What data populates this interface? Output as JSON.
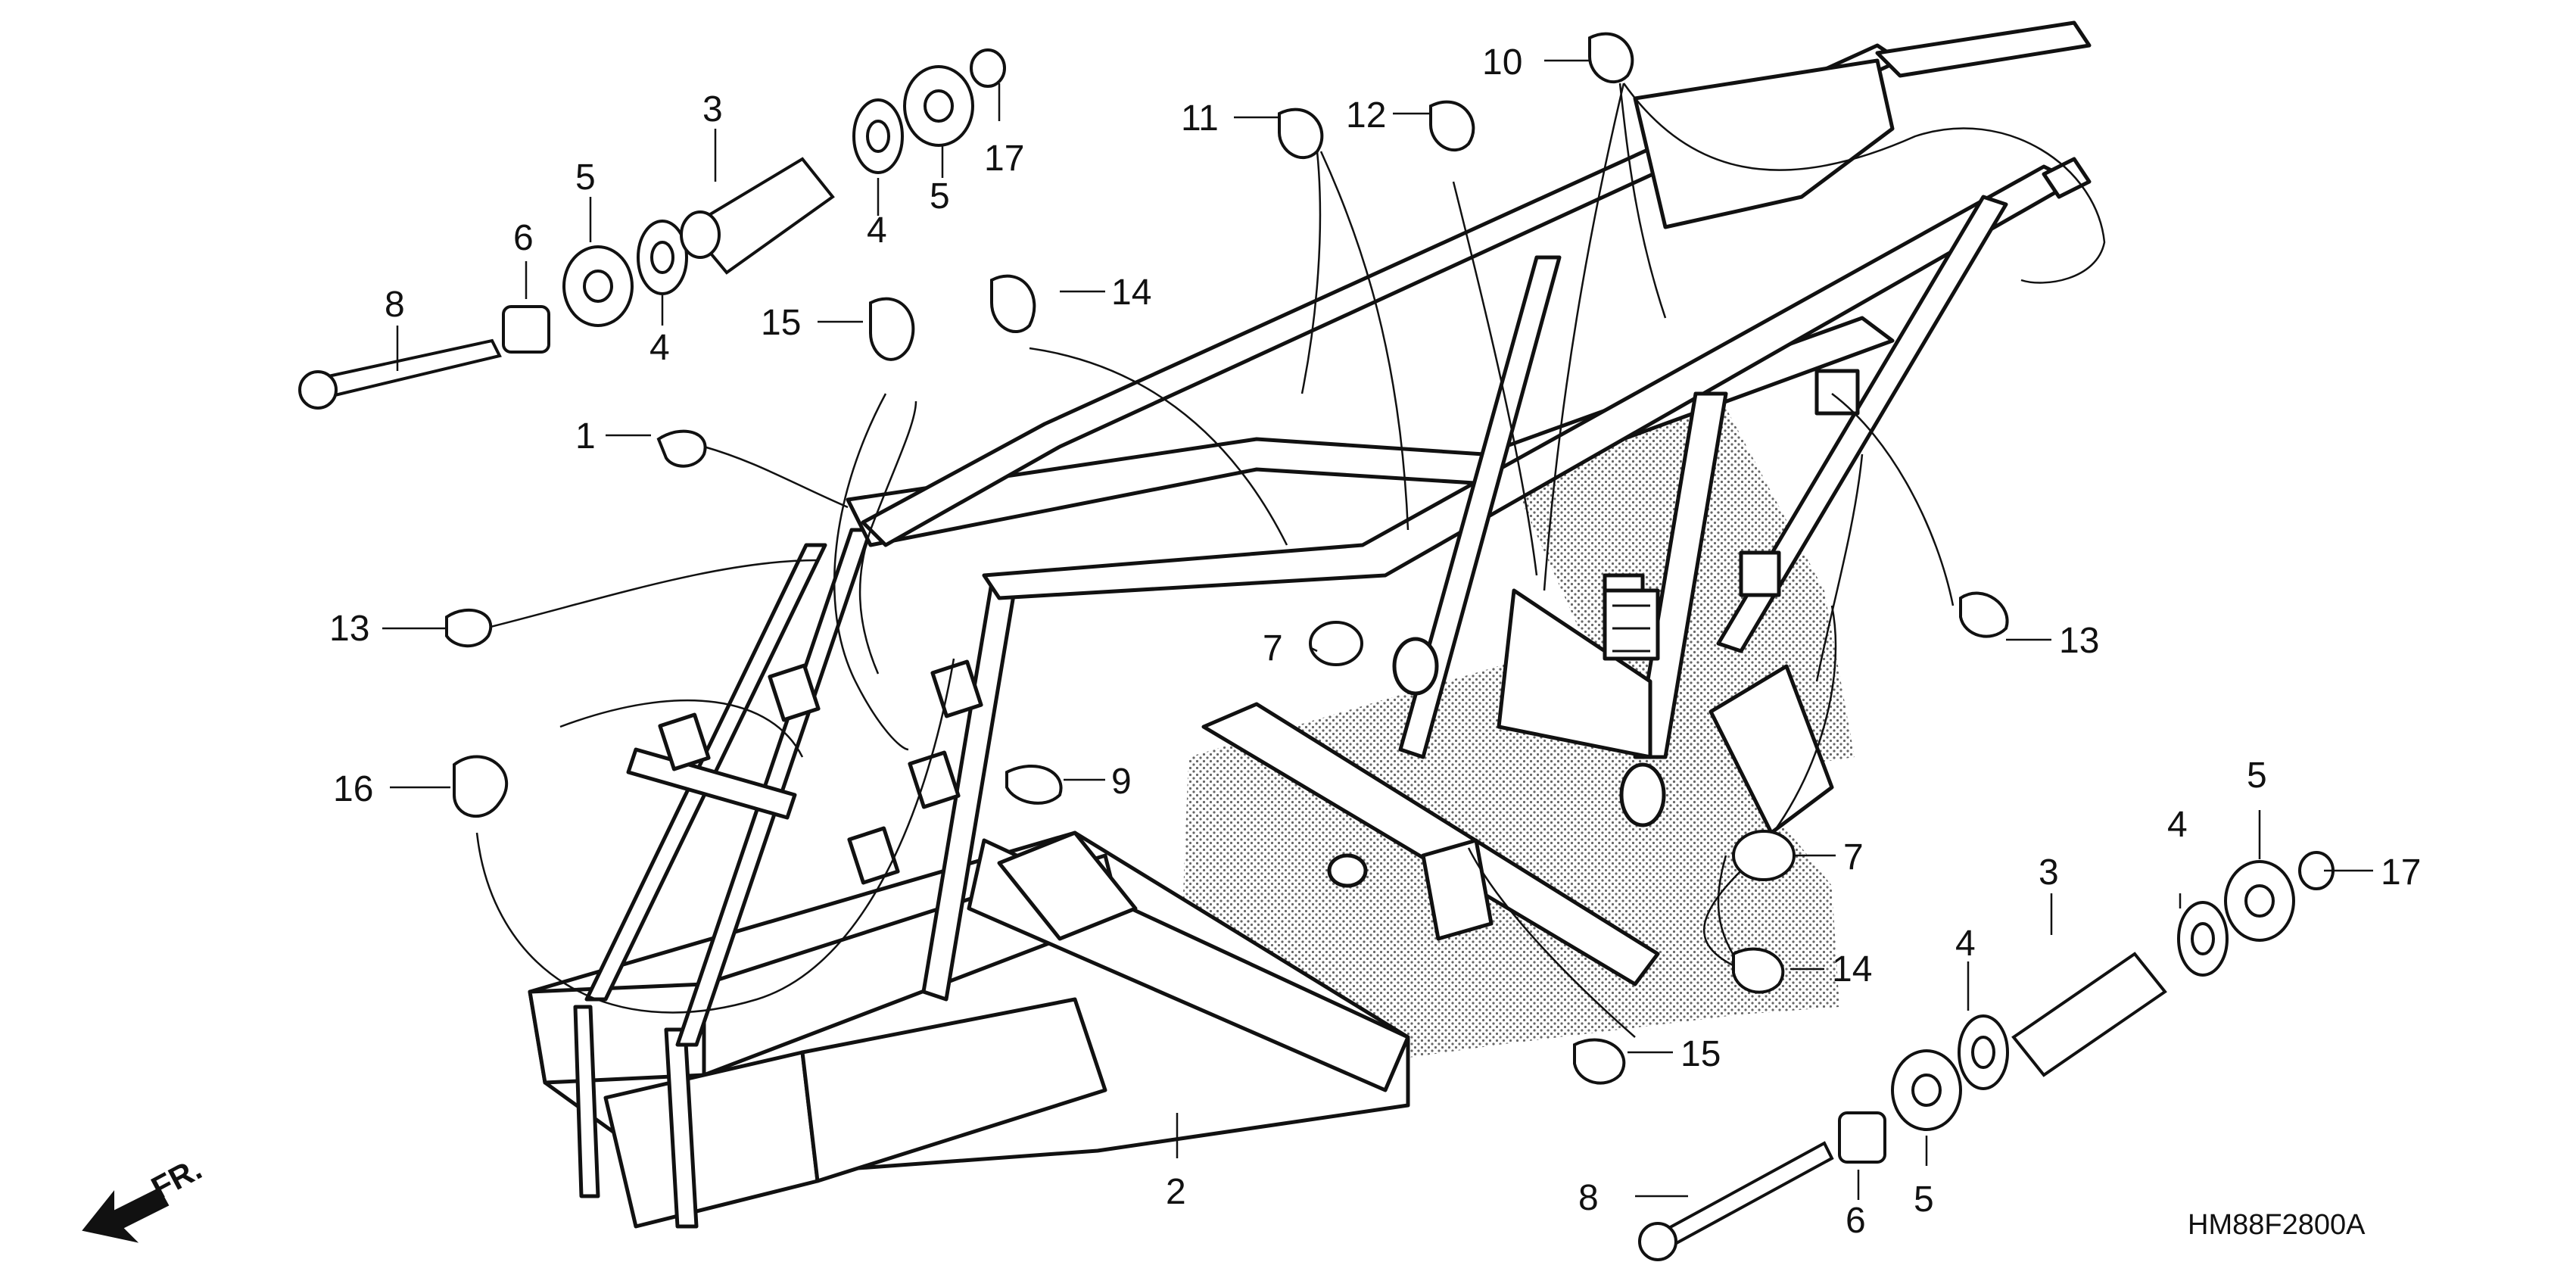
{
  "diagram_code": "HM88F2800A",
  "front_indicator": "FR.",
  "colors": {
    "ink": "#111111",
    "paper": "#ffffff",
    "stipple": "#9a9a9a"
  },
  "callouts": [
    "1",
    "2",
    "3",
    "4",
    "5",
    "6",
    "7",
    "8",
    "9",
    "10",
    "11",
    "12",
    "13",
    "14",
    "15",
    "16",
    "17"
  ]
}
